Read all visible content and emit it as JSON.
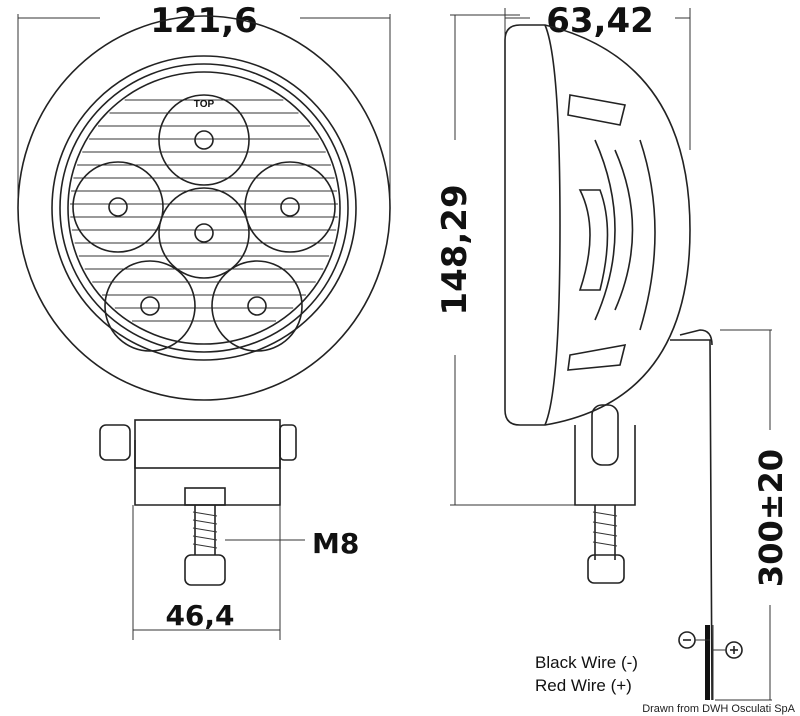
{
  "dimensions": {
    "front_width": "121,6",
    "side_depth": "63,42",
    "height": "148,29",
    "bracket_width": "46,4",
    "thread": "M8",
    "cable_length": "300±20"
  },
  "lens_marking": "TOP",
  "wire_legend": {
    "black": "Black Wire (-)",
    "red": "Red Wire (+)"
  },
  "credit": "Drawn from DWH Osculati SpA"
}
